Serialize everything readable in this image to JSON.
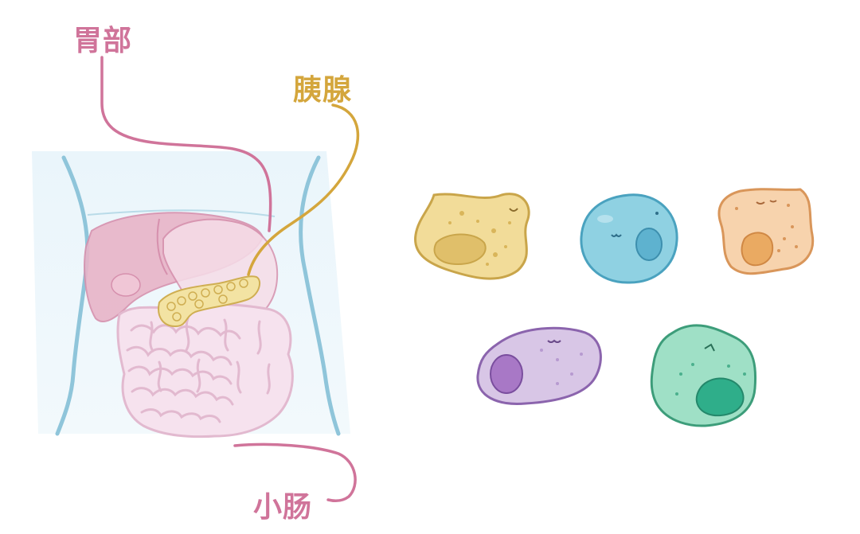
{
  "labels": {
    "stomach": "胃部",
    "pancreas": "胰腺",
    "small_intestine": "小肠"
  },
  "colors": {
    "stomach": "#d0749a",
    "pancreas": "#d4a63c",
    "small_intestine": "#d0749a",
    "torso_fill": "#e4f3fa",
    "torso_outline": "#8fc5da",
    "liver": "#e8b4c8",
    "intestine_fill": "#f6e2ee",
    "intestine_stroke": "#e2b9cf",
    "pancreas_fill": "#f3e3a3"
  },
  "cells": [
    {
      "name": "cell-yellow-irregular",
      "fill": "#f2dc99",
      "stroke": "#c9a54a",
      "nucleus": "#e0bf6a"
    },
    {
      "name": "cell-blue-round",
      "fill": "#8fd1e2",
      "stroke": "#4aa2bf",
      "nucleus": "#5eb2cf"
    },
    {
      "name": "cell-orange-irregular",
      "fill": "#f7d3ad",
      "stroke": "#d9965a",
      "nucleus": "#eaaa62"
    },
    {
      "name": "cell-purple-oval",
      "fill": "#d8c6e6",
      "stroke": "#8b64ad",
      "nucleus": "#a878c6"
    },
    {
      "name": "cell-green-irregular",
      "fill": "#9fe0c6",
      "stroke": "#3d9d7a",
      "nucleus": "#2fae8a"
    }
  ]
}
